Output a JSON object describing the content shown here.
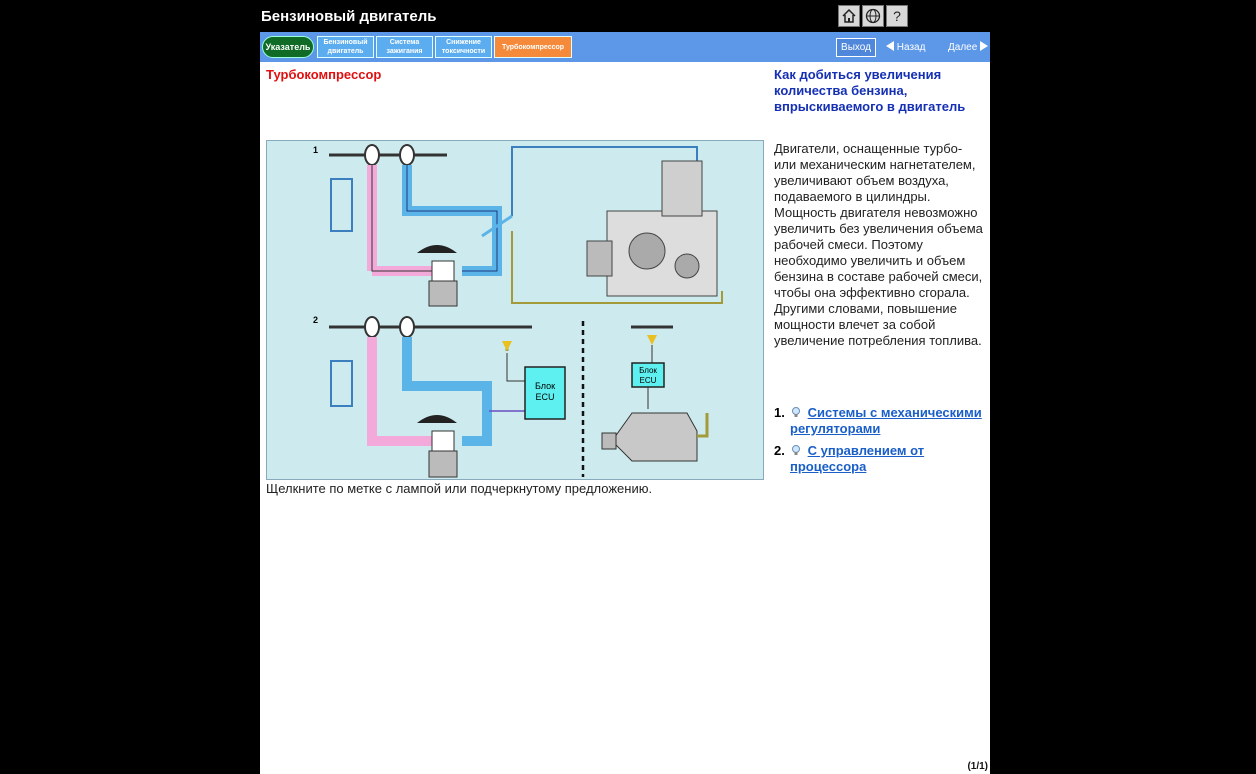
{
  "window": {
    "title": "Бензиновый двигатель"
  },
  "top_icons": [
    "home-icon",
    "globe-icon",
    "help-icon"
  ],
  "help_glyph": "?",
  "nav": {
    "index": "Указатель",
    "tabs": [
      {
        "line1": "Бензиновый",
        "line2": "двигатель"
      },
      {
        "line1": "Система",
        "line2": "зажигания"
      },
      {
        "line1": "Снижение",
        "line2": "токсичности"
      }
    ],
    "active_tab": "Турбокомпрессор",
    "exit": "Выход",
    "back": "Назад",
    "next": "Далее"
  },
  "main": {
    "title": "Турбокомпрессор",
    "hint": "Щелкните по метке с лампой или подчеркнутому предложению."
  },
  "diagram": {
    "label1": "1",
    "label2": "2",
    "ecu_big_line1": "Блок",
    "ecu_big_line2": "ECU",
    "ecu_small_line1": "Блок",
    "ecu_small_line2": "ECU"
  },
  "side": {
    "title": "Как добиться увеличения количества бензина, впрыскиваемого в двигатель",
    "body": "Двигатели, оснащенные турбо- или механическим нагнетателем, увеличивают объем воздуха, подаваемого в цилиндры. Мощность двигателя невозможно увеличить без увеличения объема рабочей смеси. Поэтому необходимо увеличить и объем бензина в составе рабочей смеси, чтобы она эффективно сгорала. Другими словами, повышение мощности влечет за собой увеличение потребления топлива.",
    "links": [
      {
        "num": "1.",
        "text": "Системы с механическими регуляторами"
      },
      {
        "num": "2.",
        "text": "С управлением от процессора"
      }
    ]
  },
  "footer": {
    "page": "(1/1)"
  },
  "colors": {
    "nav": "#5c97e8",
    "active_tab": "#f58a3a",
    "title_red": "#e01010",
    "link": "#1a5fc8"
  }
}
